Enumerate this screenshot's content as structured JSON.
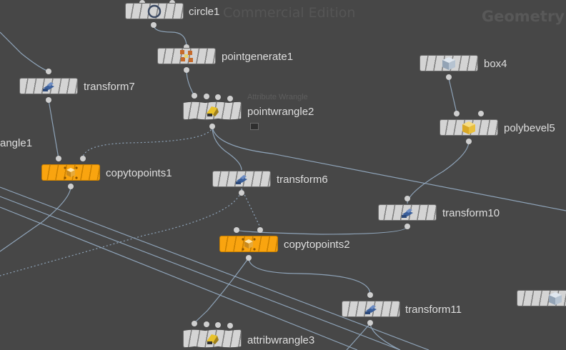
{
  "watermark": {
    "edition": "Commercial Edition",
    "context": "Geometry"
  },
  "colors": {
    "canvas_bg": "#474747",
    "node_body": "#d4d4d4",
    "selected_node": "#f9a40f",
    "wire": "#8ea3b8",
    "label": "#dedede"
  },
  "nodes": {
    "circle1": {
      "label": "circle1",
      "icon": "circle-icon"
    },
    "pointgenerate1": {
      "label": "pointgenerate1",
      "icon": "point-generate-icon"
    },
    "box4": {
      "label": "box4",
      "icon": "box-icon"
    },
    "transform7": {
      "label": "transform7",
      "icon": "transform-icon"
    },
    "pointwrangle2": {
      "label": "pointwrangle2",
      "sublabel": "Attribute Wrangle",
      "icon": "wrangle-icon"
    },
    "polybevel5": {
      "label": "polybevel5",
      "icon": "polybevel-icon"
    },
    "attribwrangle_partial": {
      "label": "angle1"
    },
    "copytopoints1": {
      "label": "copytopoints1",
      "icon": "copy-to-points-icon"
    },
    "transform6": {
      "label": "transform6",
      "icon": "transform-icon"
    },
    "transform10": {
      "label": "transform10",
      "icon": "transform-icon"
    },
    "copytopoints2": {
      "label": "copytopoints2",
      "icon": "copy-to-points-icon"
    },
    "transform11": {
      "label": "transform11",
      "icon": "transform-icon"
    },
    "attribwrangle3": {
      "label": "attribwrangle3",
      "icon": "wrangle-icon"
    },
    "box_partial": {
      "icon": "box-icon"
    }
  }
}
